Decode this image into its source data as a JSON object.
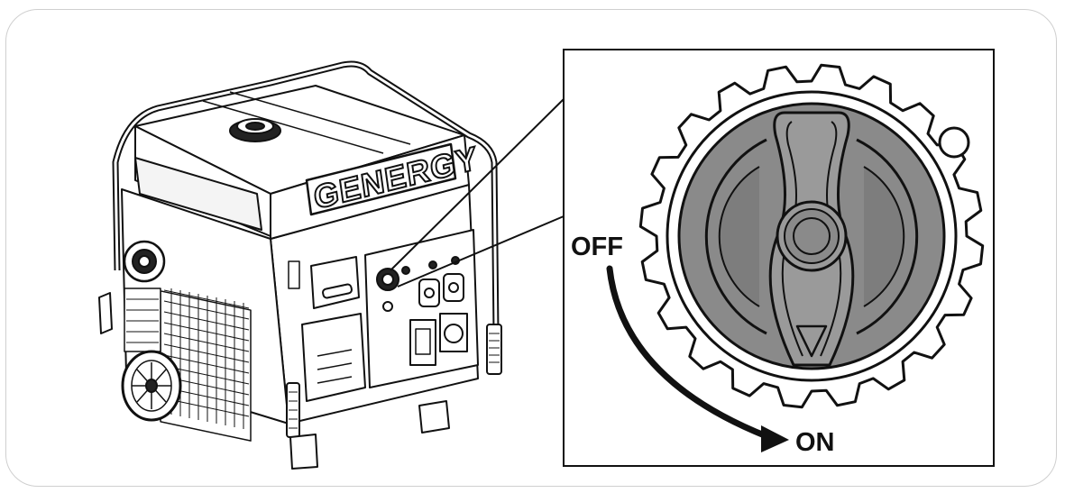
{
  "brand": "GENERGY",
  "dial": {
    "off_label": "OFF",
    "on_label": "ON"
  },
  "colors": {
    "line": "#111111",
    "dial_face": "#8a8a8a",
    "background": "#ffffff"
  }
}
